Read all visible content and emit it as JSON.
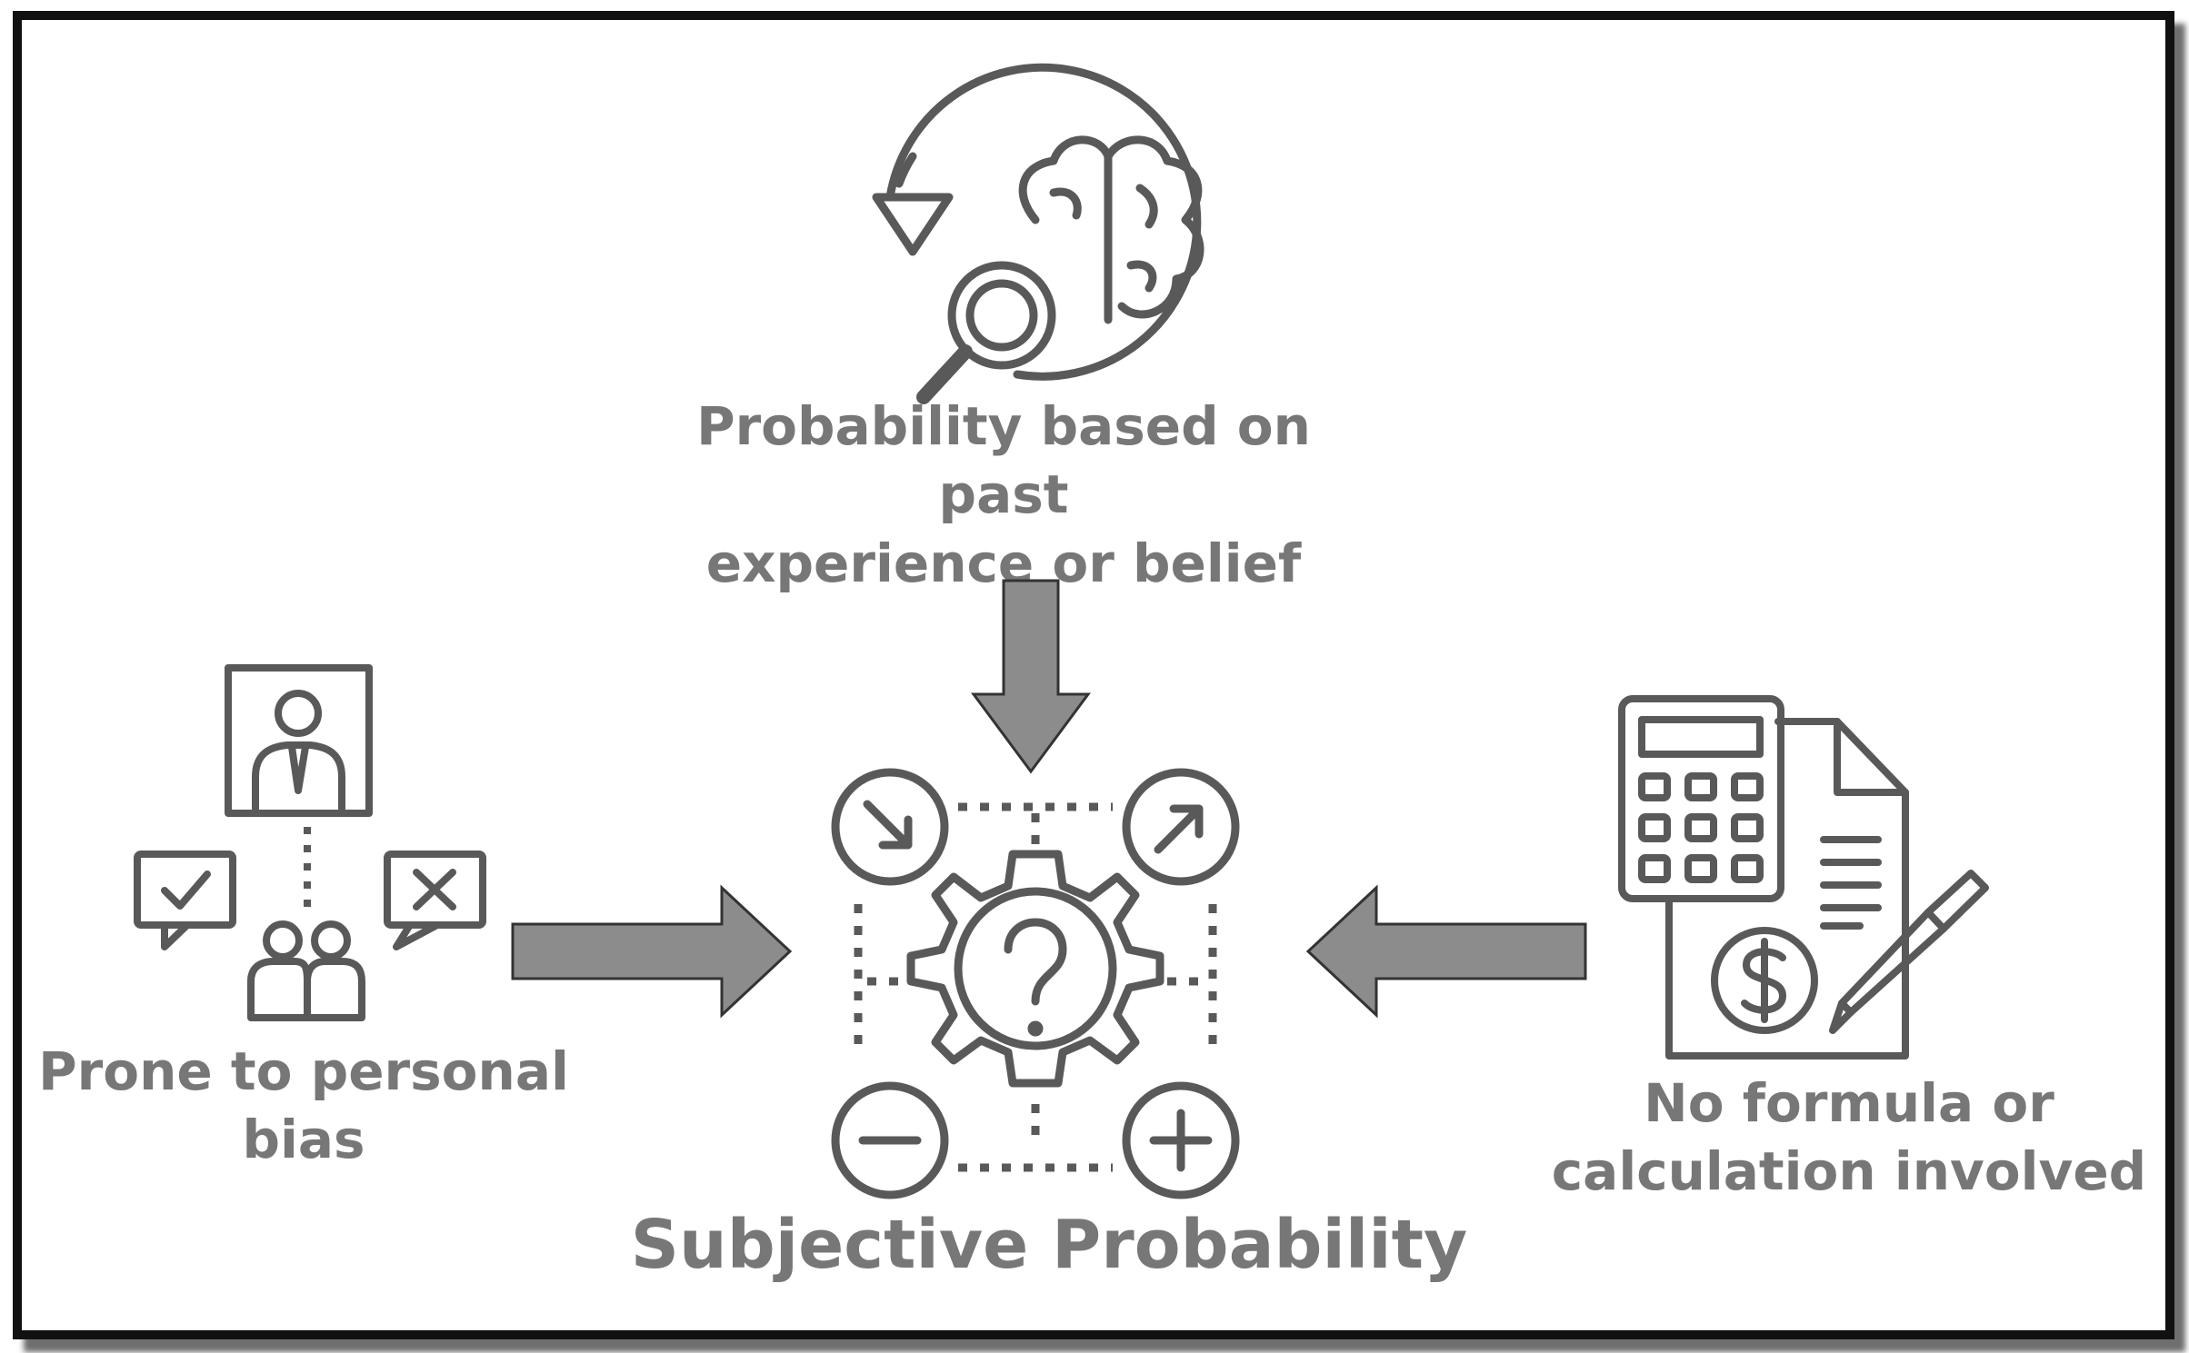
{
  "diagram": {
    "title": "Subjective Probability",
    "nodes": {
      "top": {
        "line1": "Probability based on past",
        "line2": "experience or belief",
        "icon": "brain-magnifier-icon"
      },
      "left": {
        "line1": "Prone to personal",
        "line2": "bias",
        "icon": "people-feedback-icon"
      },
      "right": {
        "line1": "No formula or",
        "line2": "calculation involved",
        "icon": "calculator-document-icon"
      },
      "center": {
        "icon": "gear-question-icon"
      }
    },
    "colors": {
      "stroke": "#595959",
      "arrow_fill": "#8c8c8c",
      "text": "#777777",
      "border": "#111111"
    }
  }
}
